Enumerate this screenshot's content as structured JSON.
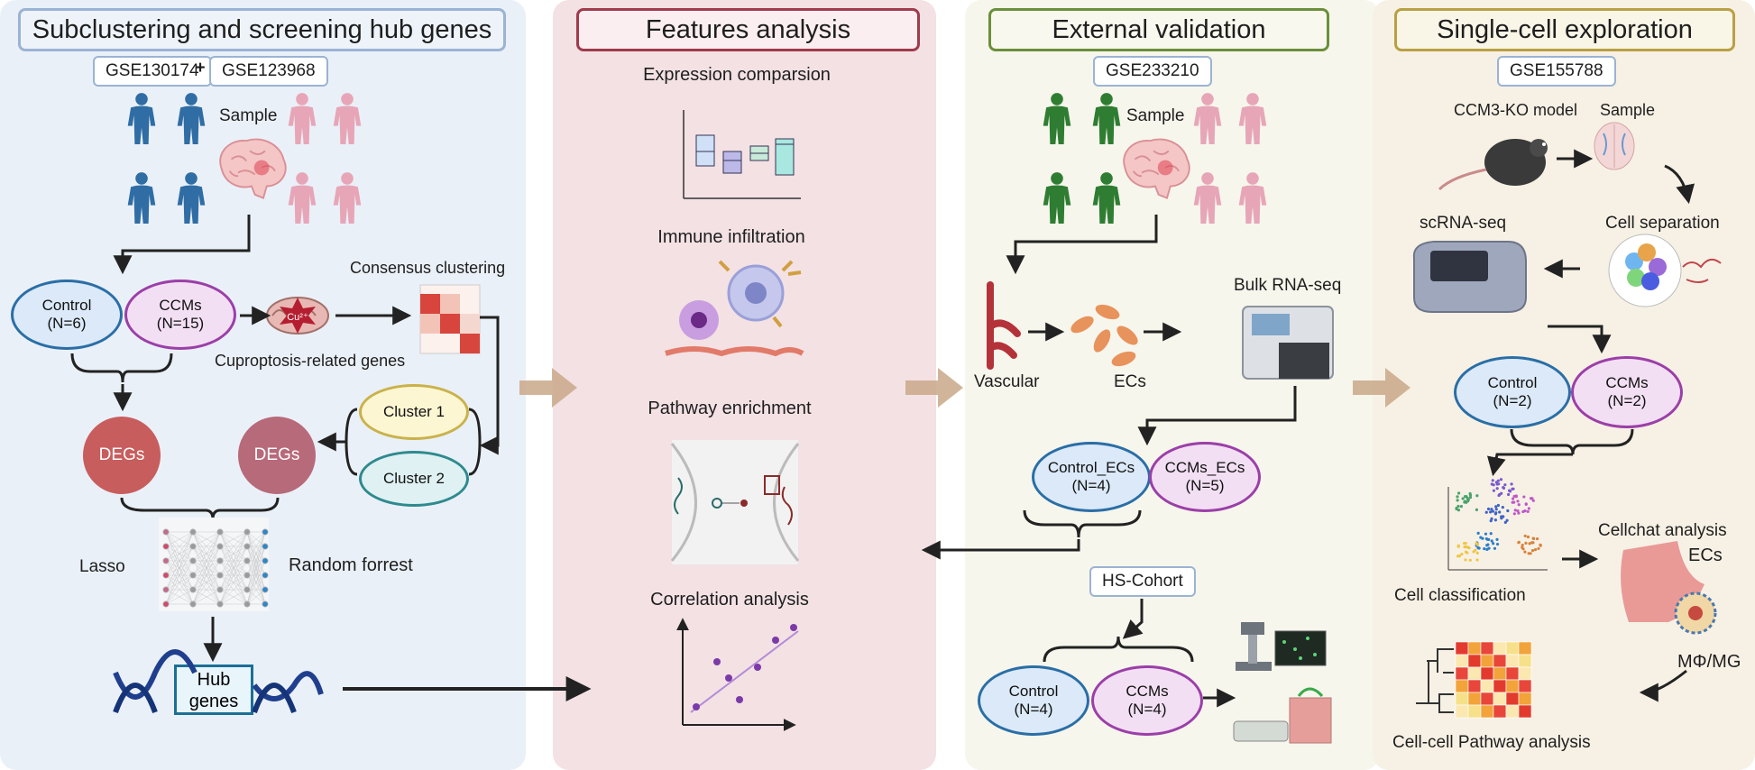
{
  "panels": {
    "subclustering": {
      "title": "Subclustering and screening hub genes",
      "datasets": [
        "GSE130174",
        "GSE123968"
      ],
      "plus": "+",
      "sample": "Sample",
      "control": {
        "name": "Control",
        "n": "(N=6)"
      },
      "ccms": {
        "name": "CCMs",
        "n": "(N=15)"
      },
      "consensus": "Consensus clustering",
      "cuproptosis": "Cuproptosis-related genes",
      "cu_symbol": "Cu²⁺",
      "cluster1": "Cluster 1",
      "cluster2": "Cluster 2",
      "deg_label": "DEGs",
      "lasso": "Lasso",
      "random_forest": "Random forrest",
      "hub_genes": [
        "Hub",
        "genes"
      ]
    },
    "features": {
      "title": "Features analysis",
      "expression": "Expression comparsion",
      "immune": "Immune infiltration",
      "pathway": "Pathway enrichment",
      "correlation": "Correlation analysis"
    },
    "validation": {
      "title": "External validation",
      "dataset": "GSE233210",
      "sample": "Sample",
      "vascular": "Vascular",
      "ecs": "ECs",
      "bulk": "Bulk RNA-seq",
      "control_ecs": {
        "name": "Control_ECs",
        "n": "(N=4)"
      },
      "ccms_ecs": {
        "name": "CCMs_ECs",
        "n": "(N=5)"
      },
      "cohort": "HS-Cohort",
      "control": {
        "name": "Control",
        "n": "(N=4)"
      },
      "ccms": {
        "name": "CCMs",
        "n": "(N=4)"
      }
    },
    "single_cell": {
      "title": "Single-cell exploration",
      "dataset": "GSE155788",
      "model": "CCM3-KO model",
      "sample": "Sample",
      "scrna": "scRNA-seq",
      "separation": "Cell separation",
      "control": {
        "name": "Control",
        "n": "(N=2)"
      },
      "ccms": {
        "name": "CCMs",
        "n": "(N=2)"
      },
      "classification": "Cell classification",
      "cellchat": "Cellchat analysis",
      "ecs": "ECs",
      "mphi": "MΦ/MG",
      "pathway": "Cell-cell Pathway analysis"
    }
  },
  "colors": {
    "person_blue": "#2f6da4",
    "person_pink": "#e7a6b8",
    "person_green": "#2f7d32",
    "deg_left": "#c85d5d",
    "deg_right": "#b76a7a",
    "transition_arrow": "#c9a88a"
  },
  "icons": [
    "person-icon",
    "brain-icon",
    "mitochondria-icon",
    "heatmap-icon",
    "neural-network-icon",
    "dna-icon",
    "boxplot-icon",
    "immune-cell-icon",
    "membrane-pathway-icon",
    "scatter-plot-icon",
    "blood-vessel-icon",
    "endothelial-cells-icon",
    "sequencer-icon",
    "microscope-icon",
    "gel-box-icon",
    "mouse-icon",
    "cell-cluster-icon",
    "tsne-plot-icon",
    "macrophage-icon",
    "pathway-heatmap-icon"
  ]
}
